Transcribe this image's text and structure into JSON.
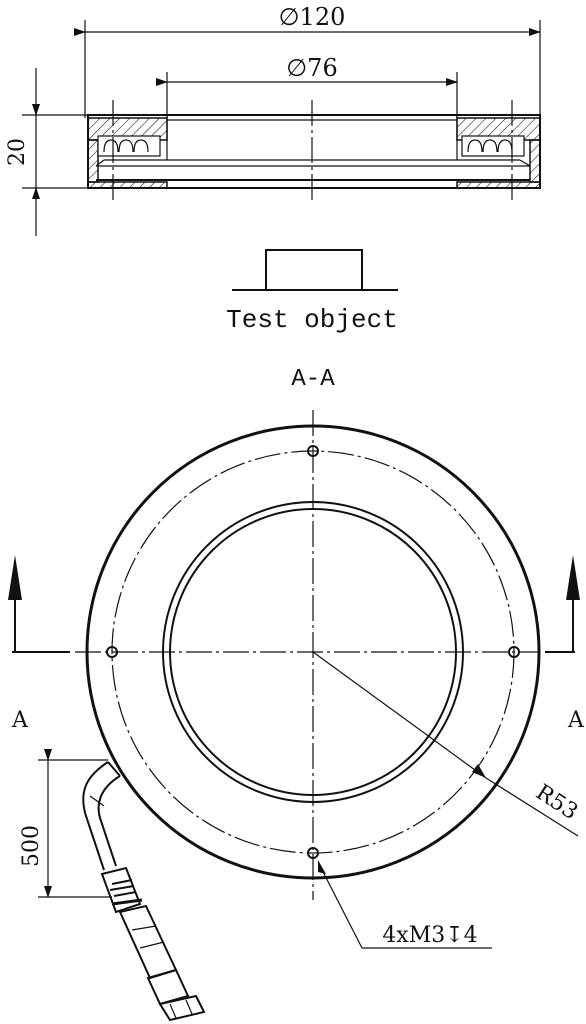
{
  "dimensions": {
    "outer_diameter": "∅120",
    "inner_diameter": "∅76",
    "height": "20",
    "cable_length": "500",
    "bolt_circle_radius": "R53",
    "holes": "4xM3↧4"
  },
  "labels": {
    "test_object": "Test object",
    "section": "A-A",
    "section_left": "A",
    "section_right": "A"
  }
}
